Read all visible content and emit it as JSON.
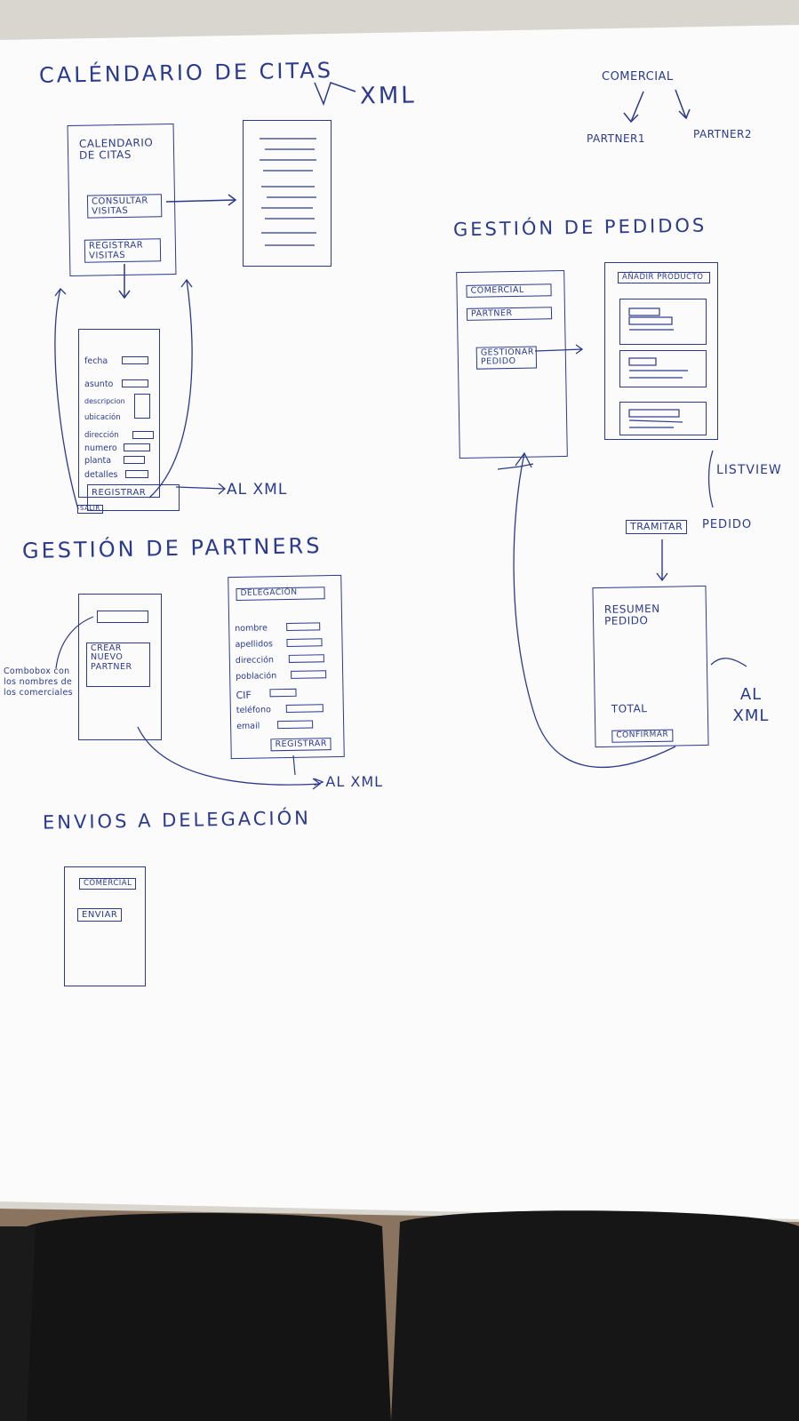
{
  "colors": {
    "ink": "#2b3a8c",
    "paper": "#fbfbfb",
    "table": "#d9d6cf",
    "fabric": "#141414"
  },
  "header_diagram": {
    "top": "COMERCIAL",
    "left": "PARTNER1",
    "right": "PARTNER2"
  },
  "calendario": {
    "title": "CALÉNDARIO DE CITAS",
    "xml_label": "XML",
    "screen_title": "CALENDARIO DE CITAS",
    "btn_consultar": "CONSULTAR VISITAS",
    "btn_registrar": "REGISTRAR VISITAS",
    "form_fields": [
      "fecha",
      "asunto",
      "descripcion",
      "ubicación",
      "dirección",
      "numero",
      "planta",
      "detalles"
    ],
    "form_button": "REGISTRAR",
    "form_back": "SALIR",
    "to_xml": "AL XML"
  },
  "partners": {
    "title": "GESTIÓN DE PARTNERS",
    "note": "Combobox con los nombres de los comerciales",
    "btn_crear": "CREAR NUEVO PARTNER",
    "form_select": "DELEGACIÓN",
    "form_fields": [
      "nombre",
      "apellidos",
      "dirección",
      "población",
      "CIF",
      "teléfono",
      "email"
    ],
    "form_button": "REGISTRAR",
    "to_xml": ">AL XML"
  },
  "pedidos": {
    "title": "GESTIÓN DE PEDIDOS",
    "combo_comercial": "COMERCIAL",
    "combo_partner": "PARTNER",
    "btn_gestionar": "GESTIONAR PEDIDO",
    "btn_anadir": "AÑADIR PRODUCTO",
    "list_label": "LISTVIEW",
    "btn_tramitar": "TRAMITAR",
    "tramitar_suffix": "PEDIDO",
    "resumen_title": "RESUMEN PEDIDO",
    "total": "TOTAL",
    "btn_confirmar": "CONFIRMAR",
    "to_xml": "AL XML"
  },
  "envios": {
    "title": "ENVIOS A DELEGACIÓN",
    "combo": "COMERCIAL",
    "btn_enviar": "ENVIAR"
  }
}
